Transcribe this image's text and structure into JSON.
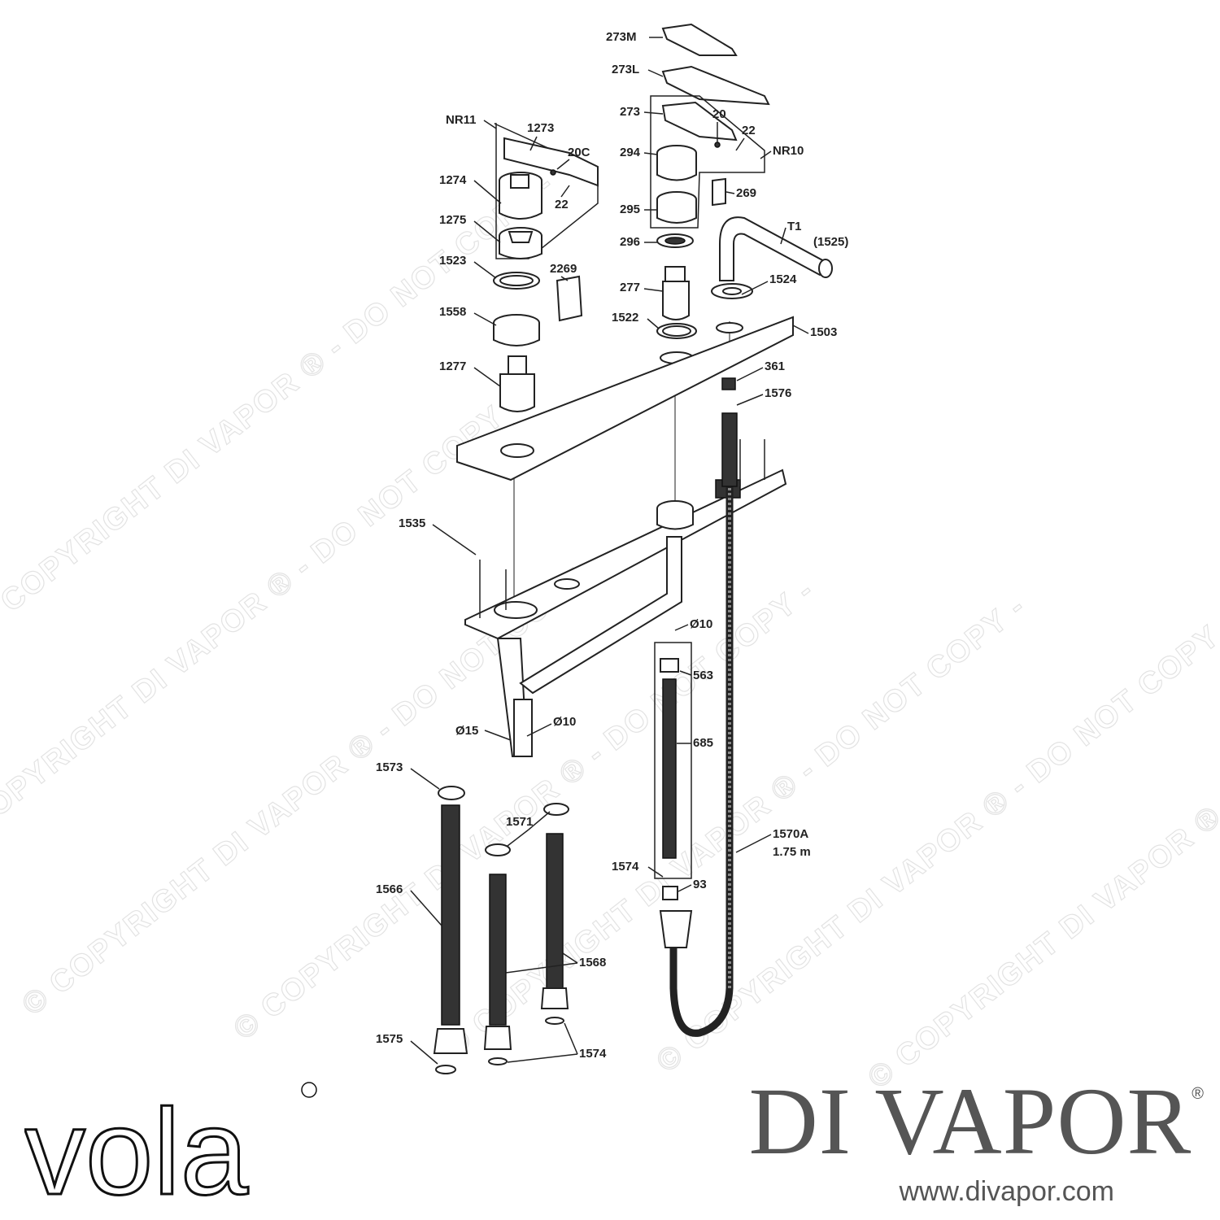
{
  "watermark": {
    "text": "© COPYRIGHT DI VAPOR ® - DO NOT COPY -"
  },
  "parts": {
    "p273M": "273M",
    "p273L": "273L",
    "p273": "273",
    "p20": "20",
    "p22a": "22",
    "pNR10": "NR10",
    "pNR11": "NR11",
    "p1273": "1273",
    "p20C": "20C",
    "p22b": "22",
    "p294": "294",
    "p1274": "1274",
    "p269": "269",
    "p295": "295",
    "p1275": "1275",
    "pT1": "T1",
    "pT1b": "(1525)",
    "p296": "296",
    "p1523": "1523",
    "p2269": "2269",
    "p277": "277",
    "p1524": "1524",
    "p1558": "1558",
    "p1522": "1522",
    "p1503": "1503",
    "p1277": "1277",
    "p361": "361",
    "p1576": "1576",
    "p1535": "1535",
    "pD10a": "Ø10",
    "p563": "563",
    "pD15": "Ø15",
    "pD10b": "Ø10",
    "p685": "685",
    "p1573": "1573",
    "p1571": "1571",
    "p1570A": "1570A",
    "p1570Ab": "1.75 m",
    "p1574a": "1574",
    "p93": "93",
    "p1566": "1566",
    "p1568": "1568",
    "p1575": "1575",
    "p1574b": "1574"
  },
  "brand": {
    "left_logo": "vola",
    "right_name": "DI VAPOR",
    "right_url": "www.divapor.com"
  }
}
